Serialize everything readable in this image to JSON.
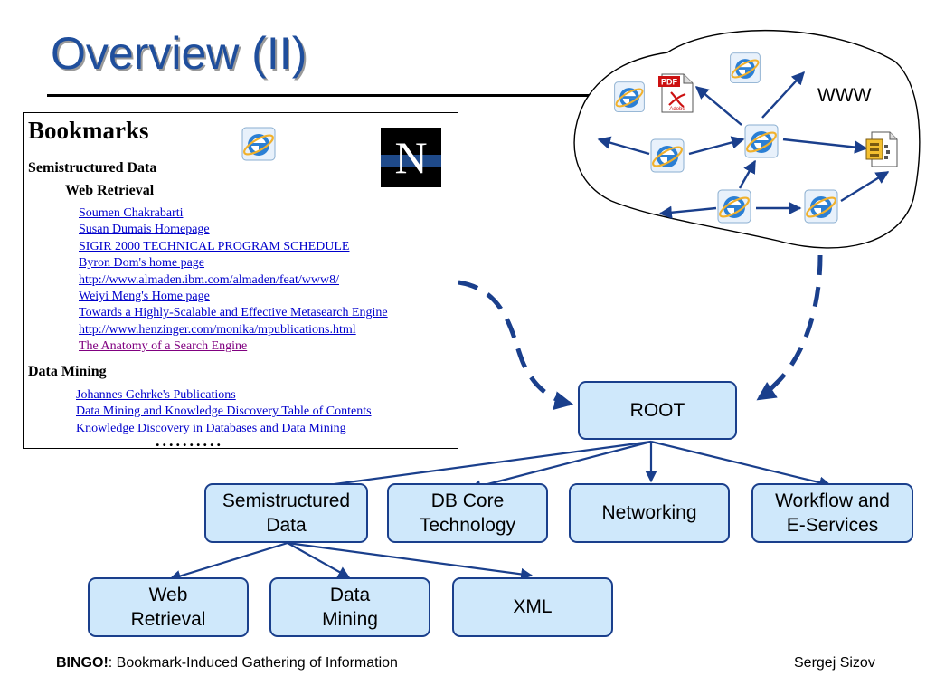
{
  "slide": {
    "title": "Overview (II)"
  },
  "bookmarks": {
    "heading": "Bookmarks",
    "section_1": "Semistructured Data",
    "subsection_1": "Web Retrieval",
    "links_1": [
      "Soumen Chakrabarti",
      "Susan Dumais Homepage",
      "SIGIR 2000 TECHNICAL PROGRAM SCHEDULE",
      "Byron Dom's home page",
      "http://www.almaden.ibm.com/almaden/feat/www8/",
      "Weiyi Meng's Home page",
      "Towards a Highly-Scalable and Effective Metasearch Engine",
      "http://www.henzinger.com/monika/mpublications.html",
      "The Anatomy of a Search Engine"
    ],
    "section_2": "Data Mining",
    "links_2": [
      "Johannes Gehrke's Publications",
      "Data Mining and Knowledge Discovery Table of Contents",
      "Knowledge Discovery in Databases and Data Mining"
    ],
    "ellipsis": "..........",
    "browser_logo_letter": "N"
  },
  "www": {
    "label": "WWW",
    "pdf_badge": "PDF",
    "adobe_label": "Adobe"
  },
  "tree": {
    "root": "ROOT",
    "level1": [
      "Semistructured\nData",
      "DB Core\nTechnology",
      "Networking",
      "Workflow and\nE-Services"
    ],
    "level2": [
      "Web\nRetrieval",
      "Data\nMining",
      "XML"
    ]
  },
  "footer": {
    "brand": "BINGO!",
    "tagline": ": Bookmark-Induced Gathering of Information",
    "author": "Sergej Sizov"
  },
  "colors": {
    "title": "#1f4e9c",
    "arrow": "#1a3f8c",
    "node_fill": "#cfe8fb",
    "link": "#0000cc",
    "visited_link": "#800080"
  }
}
